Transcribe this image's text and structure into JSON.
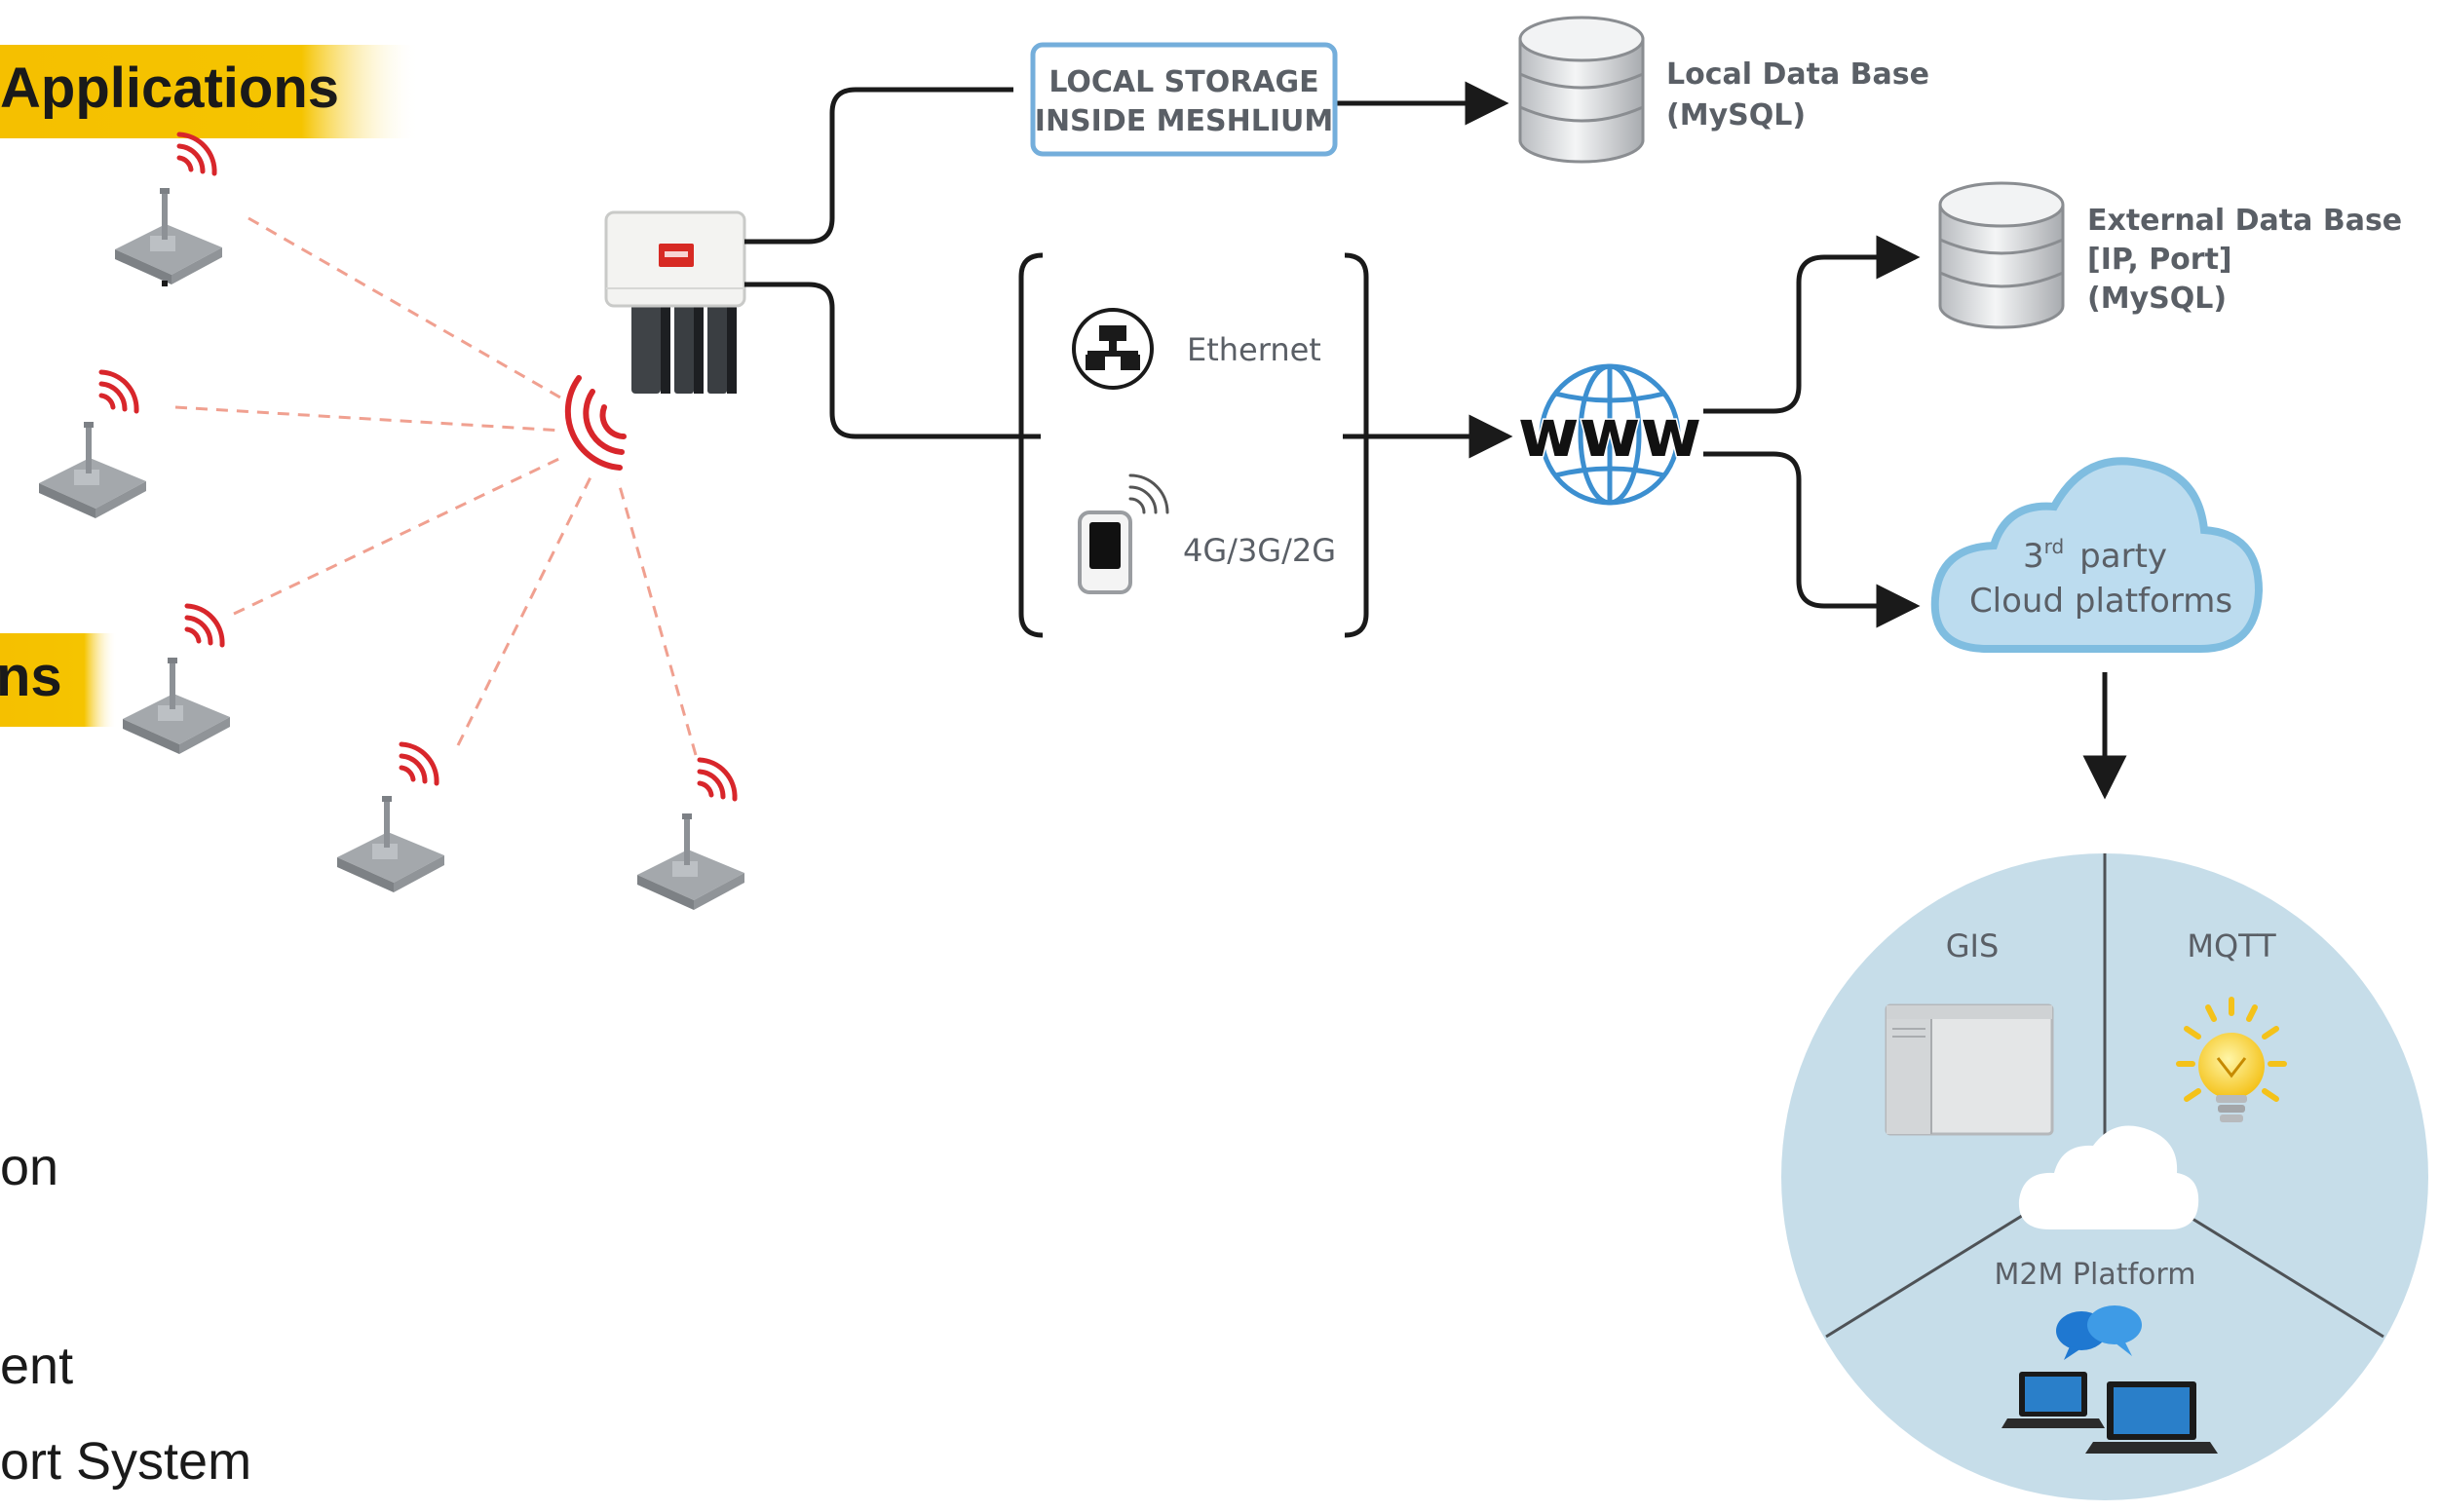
{
  "banners": {
    "applications": "Applications",
    "second": "ns"
  },
  "storage": {
    "box_line1": "LOCAL STORAGE",
    "box_line2": "INSIDE MESHLIUM",
    "local_db_line1": "Local Data Base",
    "local_db_line2": "(MySQL)"
  },
  "connectivity": {
    "ethernet": "Ethernet",
    "mobile": "4G/3G/2G"
  },
  "internet": {
    "www": "www"
  },
  "external_db": {
    "line1": "External Data Base",
    "line2": "[IP, Port]",
    "line3": "(MySQL)"
  },
  "cloud": {
    "line1_base": "3",
    "line1_sup": "rd",
    "line1_rest": "party",
    "line2": "Cloud platforms"
  },
  "platforms": {
    "gis": "GIS",
    "mqtt": "MQTT",
    "m2m": "M2M Platform"
  },
  "left_list": {
    "item1": "on",
    "item2": "ent",
    "item3": "ort System"
  },
  "colors": {
    "banner_yellow": "#f5c000",
    "signal_red": "#d8262b",
    "dashed_link": "#f0a090",
    "storage_box_border": "#74aedb",
    "cloud_fill": "#bcdcef",
    "cloud_stroke": "#7fbde0",
    "platform_circle": "#c6dde9",
    "globe_blue": "#3c8fd0"
  }
}
